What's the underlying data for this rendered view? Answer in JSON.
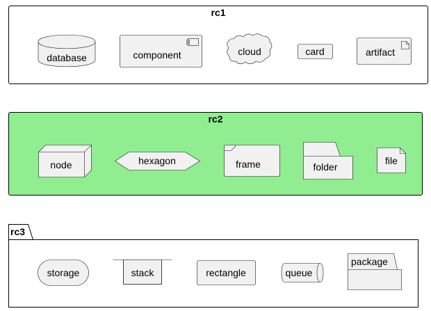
{
  "diagram": {
    "rc1": {
      "title": "rc1",
      "elements": {
        "database": "database",
        "component": "component",
        "cloud": "cloud",
        "card": "card",
        "artifact": "artifact"
      }
    },
    "rc2": {
      "title": "rc2",
      "fill": "#90EE90",
      "elements": {
        "node": "node",
        "hexagon": "hexagon",
        "frame": "frame",
        "folder": "folder",
        "file": "file"
      }
    },
    "rc3": {
      "title": "rc3",
      "elements": {
        "storage": "storage",
        "stack": "stack",
        "rectangle": "rectangle",
        "queue": "queue",
        "package": "package"
      }
    }
  },
  "colors": {
    "element_fill": "#F1F1F1",
    "element_stroke": "#181818",
    "container_stroke": "#000000",
    "background": "#FFFFFF"
  }
}
